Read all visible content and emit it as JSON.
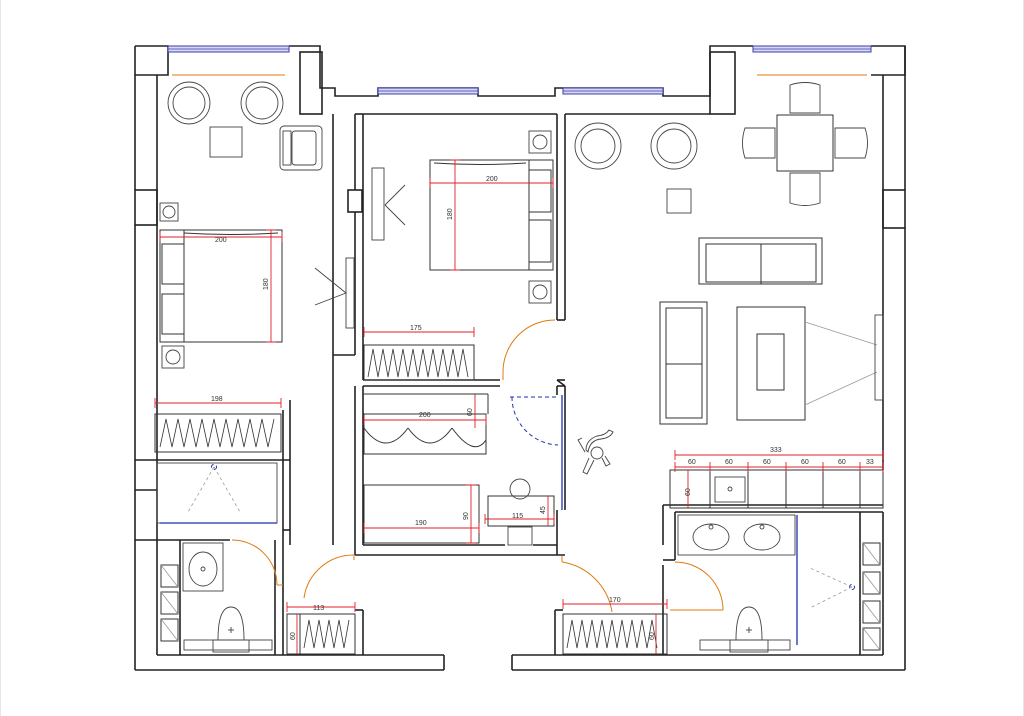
{
  "dimensions": {
    "bedroom_left_bed_width": "200",
    "bedroom_left_bed_length": "180",
    "bedroom_left_wardrobe": "198",
    "bedroom_center_bed_width": "200",
    "bedroom_center_bed_length": "180",
    "bedroom_center_wardrobe": "175",
    "kids_bunk_upper": "200",
    "kids_bunk_upper_depth": "60",
    "kids_bunk_lower": "190",
    "kids_bunk_lower_depth": "90",
    "kids_desk": "115",
    "kids_desk_depth": "45",
    "kitchen_total": "333",
    "kitchen_module_1": "60",
    "kitchen_module_2": "60",
    "kitchen_module_3": "60",
    "kitchen_module_4": "60",
    "kitchen_module_5": "60",
    "kitchen_module_6": "33",
    "kitchen_depth": "60",
    "hall_wardrobe_left": "113",
    "hall_wardrobe_left_depth": "60",
    "hall_wardrobe_right": "170",
    "hall_wardrobe_right_depth": "60"
  },
  "colors": {
    "walls": "#222222",
    "dimension_lines": "#e0202a",
    "doors": "#e07b10",
    "windows": "#3b3bb5",
    "glass_partitions": "#1f2fb0"
  }
}
